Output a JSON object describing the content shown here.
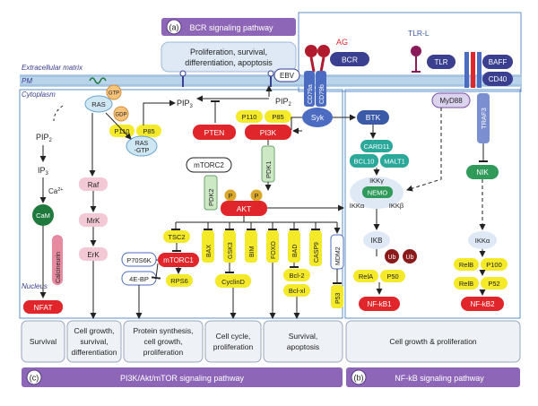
{
  "header": {
    "badge_a": "(a)",
    "title_a": "BCR signaling pathway",
    "outcome_line1": "Proliferation, survival,",
    "outcome_line2": "differentiation, apoptosis"
  },
  "regions": {
    "extracellular": "Extracellular matrix",
    "pm": "PM",
    "cytoplasm": "Cytoplasm",
    "nucleus": "Nucleus"
  },
  "bcr": {
    "ag": "AG",
    "ebv": "EBV",
    "bcr": "BCR",
    "cd79a": "CD79a",
    "cd79b": "CD79b",
    "syk": "Syk"
  },
  "left_path": {
    "pip2": "PIP",
    "pip2_sub": "2",
    "ip3": "IP",
    "ip3_sub": "3",
    "ca": "Ca",
    "ca_sup": "2+",
    "cam": "CaM",
    "calcineurin": "Calcineurin",
    "nfat": "NFAT"
  },
  "ras_path": {
    "ras": "RAS",
    "gtp": "GTP",
    "gdp": "GDP",
    "ras_gtp_1": "RAS",
    "ras_gtp_2": "-GTP",
    "raf": "Raf",
    "mrk": "MrK",
    "erk": "ErK"
  },
  "pi3k_path": {
    "pip3": "PIP",
    "pip3_sub": "3",
    "pip2": "PIP",
    "pip2_sub": "2",
    "p110_left": "P110",
    "p85_left": "P85",
    "p110": "P110",
    "p85": "P85",
    "pten": "PTEN",
    "pi3k": "PI3K",
    "mtorc2": "mTORC2",
    "pdk2": "PDK2",
    "pdk1": "PDK1",
    "p1": "P",
    "p2": "P",
    "akt": "AKT"
  },
  "akt_targets": {
    "tsc2": "TSC2",
    "mtorc1": "mTORC1",
    "p70s6k": "P70S6K",
    "ebp": "4E-BP",
    "rps6": "RPS6",
    "bax": "BAX",
    "gsk3": "GSK3",
    "bim": "BIM",
    "foxo": "FOXO",
    "bad": "BAD",
    "casp9": "CASP9",
    "mdm2": "MDM2",
    "p53": "P53",
    "cyclind": "CyclinD",
    "bcl2": "Bcl-2",
    "bclxl": "Bcl-xl"
  },
  "nfkb": {
    "btk": "BTK",
    "card11": "CARD11",
    "bcl10": "BCL10",
    "malt1": "MALT1",
    "ikkg": "IKKγ",
    "nemo": "NEMO",
    "ikka": "IKKα",
    "ikkb": "IKKβ",
    "ikb": "IKB",
    "ub1": "Ub",
    "ub2": "Ub",
    "rela": "RelA",
    "p50": "P50",
    "nfkb1": "NF-kB1",
    "tlrl": "TLR-L",
    "tlr": "TLR",
    "baff": "BAFF",
    "cd40": "CD40",
    "myd88": "MyD88",
    "traf3": "TRAF3",
    "nik": "NIK",
    "ikka2": "IKKα",
    "relb1": "RelB",
    "p100": "P100",
    "relb2": "RelB",
    "p52": "P52",
    "nfkb2": "NF-kB2"
  },
  "outcomes": {
    "survival": "Survival",
    "growth_1": "Cell growth,",
    "growth_2": "survival,",
    "growth_3": "differentiation",
    "protein_1": "Protein synthesis,",
    "protein_2": "cell growth,",
    "protein_3": "proliferation",
    "cycle_1": "Cell cycle,",
    "cycle_2": "proliferation",
    "surv_apop_1": "Survival,",
    "surv_apop_2": "apoptosis",
    "growth_prolif": "Cell growth & proliferation"
  },
  "footer": {
    "badge_c": "(c)",
    "title_c": "PI3K/Akt/mTOR signaling pathway",
    "badge_b": "(b)",
    "title_b": "NF-kB signaling pathway"
  },
  "colors": {
    "purple": "#7b4ea3",
    "navy": "#3a3f8f",
    "red": "#e0252b",
    "yellow": "#f4ea2a",
    "green": "#2f9a5a",
    "teal": "#2aa89a",
    "lightblue": "#dfe9f5",
    "darkred": "#8b1a1a",
    "membrane": "#b9d3ea"
  }
}
